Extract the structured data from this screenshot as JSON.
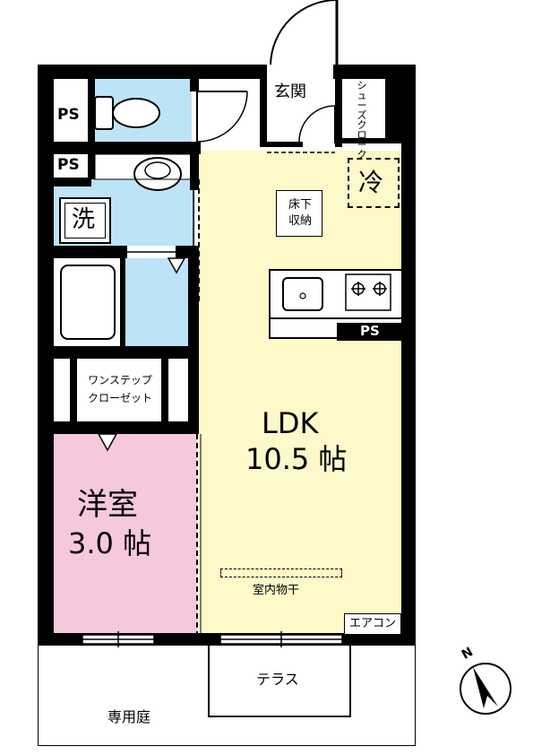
{
  "rooms": {
    "ldk": {
      "name": "LDK",
      "size": "10.5 帖"
    },
    "western": {
      "name": "洋室",
      "size": "3.0 帖"
    },
    "entrance": "玄関",
    "shoe_closet": [
      "シュ",
      "ー",
      "ズ",
      "ク",
      "ロ",
      "ー",
      "ク"
    ],
    "one_step_closet": [
      "ワンステップ",
      "クローゼット"
    ],
    "underfloor_storage": [
      "床下",
      "収納"
    ],
    "refrigerator": "冷",
    "washer": "洗",
    "ps": "PS",
    "indoor_drying": "室内物干",
    "aircon": "エアコン",
    "terrace": "テラス",
    "private_garden": "専用庭"
  },
  "colors": {
    "ldk": "#fdf9c8",
    "western": "#f6c8dc",
    "wet": "#bde3f6",
    "wall": "#000000"
  },
  "compass": {
    "label": "N"
  }
}
